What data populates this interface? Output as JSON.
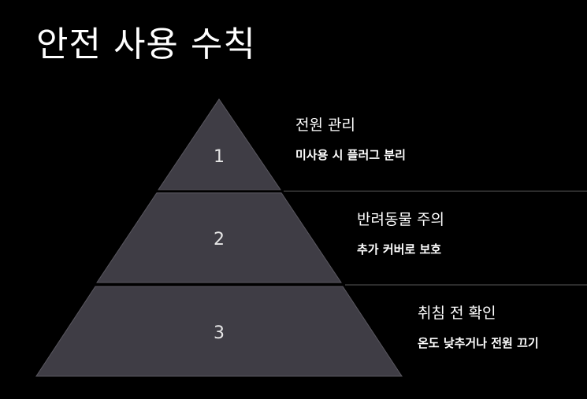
{
  "title": "안전 사용 수칙",
  "tiers": [
    {
      "number": "1",
      "heading": "전원 관리",
      "description": "미사용 시 플러그 분리"
    },
    {
      "number": "2",
      "heading": "반려동물 주의",
      "description": "추가 커버로 보호"
    },
    {
      "number": "3",
      "heading": "취침 전 확인",
      "description": "온도 낮추거나 전원 끄기"
    }
  ],
  "colors": {
    "background": "#000000",
    "tier_fill": "#3f3d45",
    "tier_stroke": "#5a5860",
    "divider": "#3a3a3a",
    "text": "#ffffff"
  }
}
